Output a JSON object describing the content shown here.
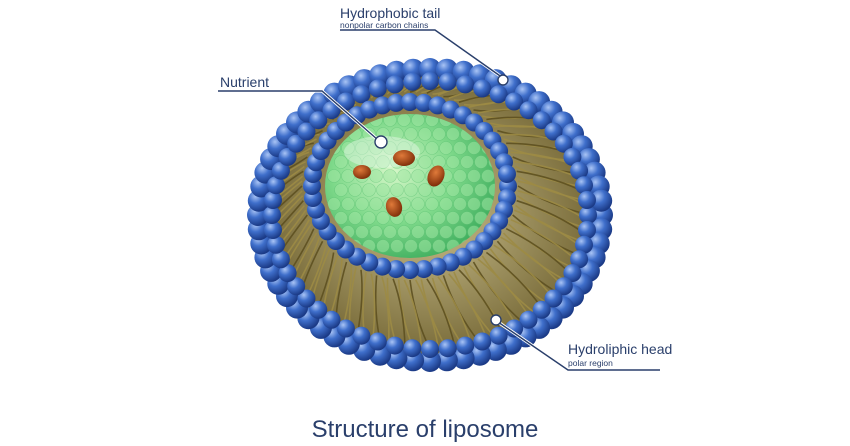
{
  "labels": {
    "hydrophobic_title": "Hydrophobic tail",
    "hydrophobic_sub": "nonpolar carbon chains",
    "nutrient": "Nutrient",
    "hydroliphic_title": "Hydroliphic head",
    "hydroliphic_sub": "polar region"
  },
  "caption": "Structure of liposome",
  "colors": {
    "head_blue": "#3f6fcb",
    "tail_olive": "#8a7a3c",
    "core_green": "#7ed98a",
    "nutrient_brown": "#a3420f",
    "label_text": "#2a3f6b"
  }
}
